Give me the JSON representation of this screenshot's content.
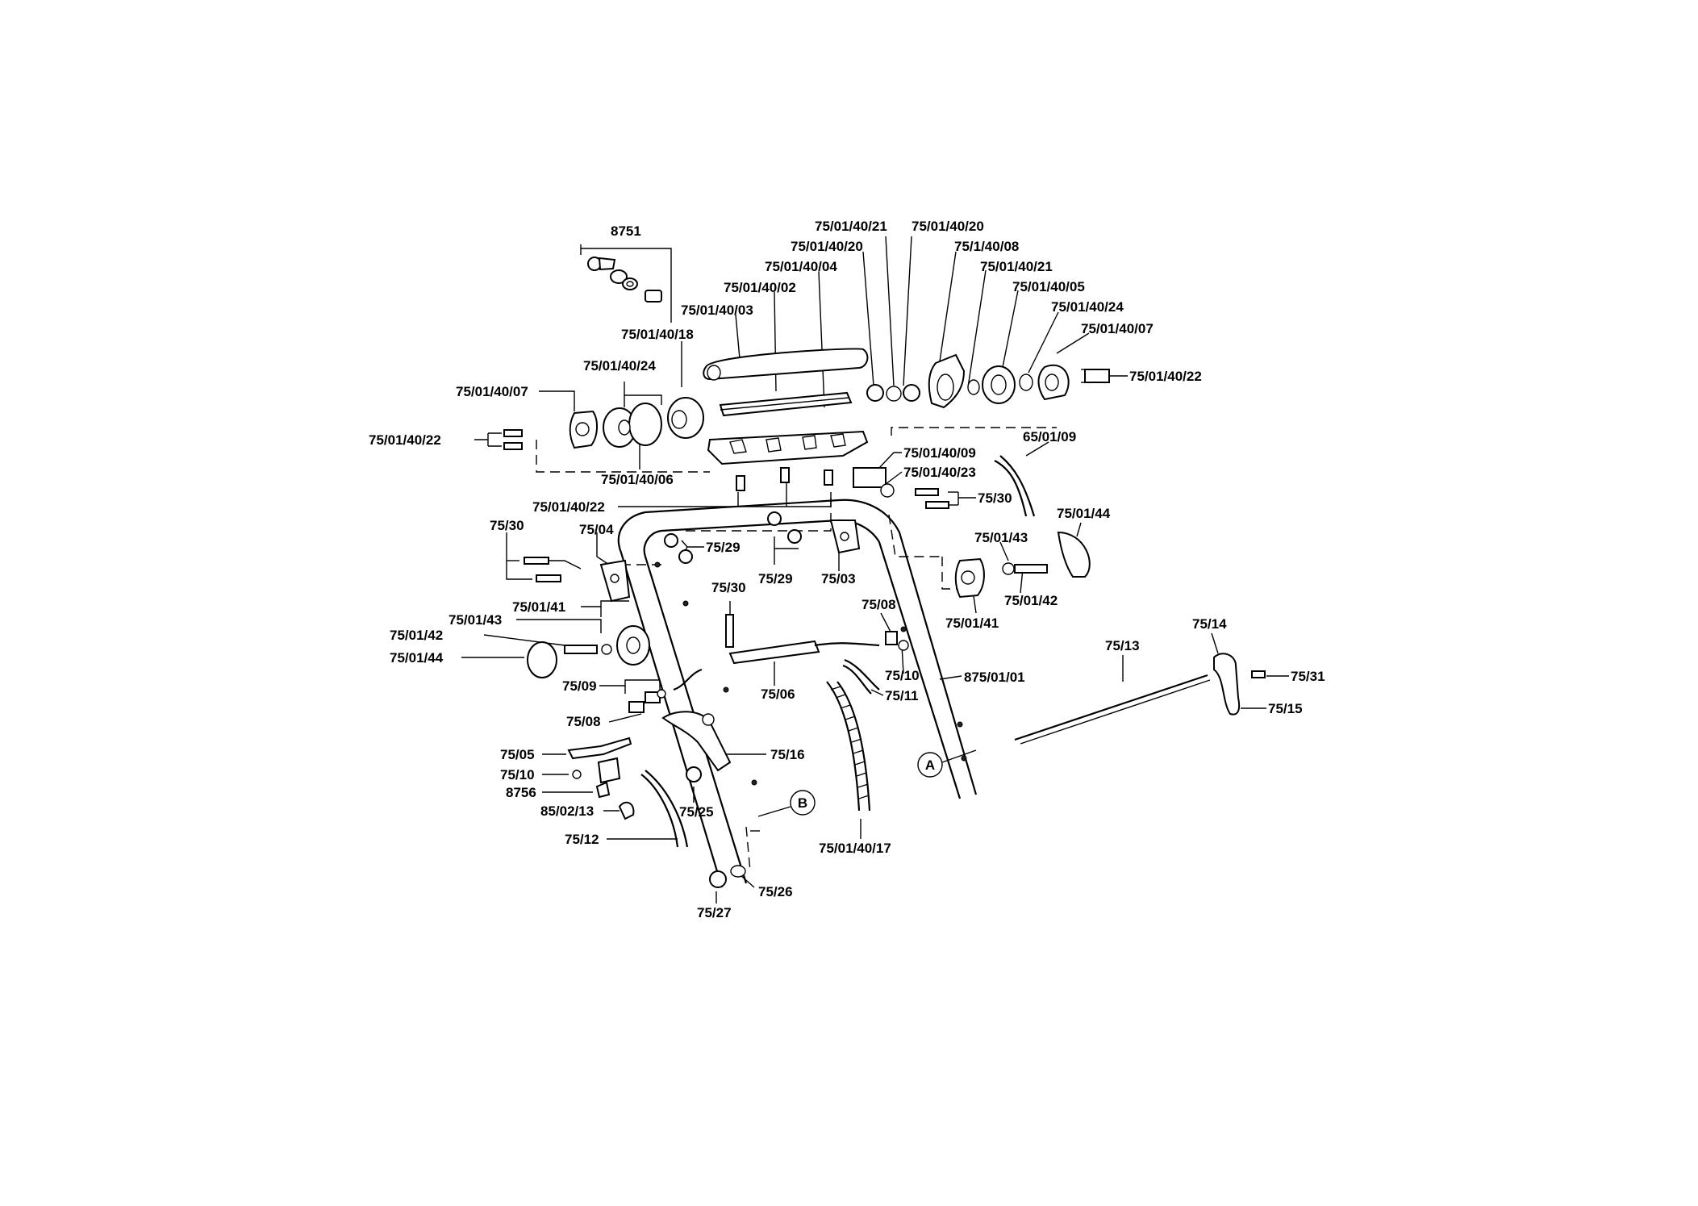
{
  "callouts": {
    "c8751": "8751",
    "c_21_top": "75/01/40/21",
    "c_20_top": "75/01/40/20",
    "c_20_mid": "75/01/40/20",
    "c_08_top": "75/1/40/08",
    "c_04": "75/01/40/04",
    "c_21_r": "75/01/40/21",
    "c_02": "75/01/40/02",
    "c_05": "75/01/40/05",
    "c_03": "75/01/40/03",
    "c_24_r": "75/01/40/24",
    "c_18": "75/01/40/18",
    "c_07_r": "75/01/40/07",
    "c_24_l": "75/01/40/24",
    "c_22_r": "75/01/40/22",
    "c_07_l": "75/01/40/07",
    "c_22_l": "75/01/40/22",
    "c_09": "75/01/40/09",
    "c_6509": "65/01/09",
    "c_06": "75/01/40/06",
    "c_23": "75/01/40/23",
    "c_22_m": "75/01/40/22",
    "c_7530_r": "75/30",
    "c_7530_l": "75/30",
    "c_7504": "75/04",
    "c_7529_l": "75/29",
    "c_014 4_r": "75/01/44",
    "c_0143_r": "75/01/43",
    "c_7529_m": "75/29",
    "c_7503": "75/03",
    "c_0142_r": "75/01/42",
    "c_7530_m": "75/30",
    "c_0141_l": "75/01/41",
    "c_0141_r": "75/01/41",
    "c_0143_l": "75/01/43",
    "c_7508_r": "75/08",
    "c_0142_l": "75/01/42",
    "c_7514": "75/14",
    "c_7513": "75/13",
    "c_0144_l": "75/01/44",
    "c_7531": "75/31",
    "c_7510_r": "75/10",
    "c_87501": "875/01/01",
    "c_7509": "75/09",
    "c_7511": "75/11",
    "c_7506": "75/06",
    "c_7515": "75/15",
    "c_7508_l": "75/08",
    "c_7505": "75/05",
    "c_7516": "75/16",
    "c_7510_l": "75/10",
    "c_8756": "8756",
    "c_850213": "85/02/13",
    "c_7525": "75/25",
    "c_7512": "75/12",
    "c_17": "75/01/40/17",
    "c_7526": "75/26",
    "c_7527": "75/27"
  },
  "markers": {
    "a": "A",
    "b": "B"
  }
}
